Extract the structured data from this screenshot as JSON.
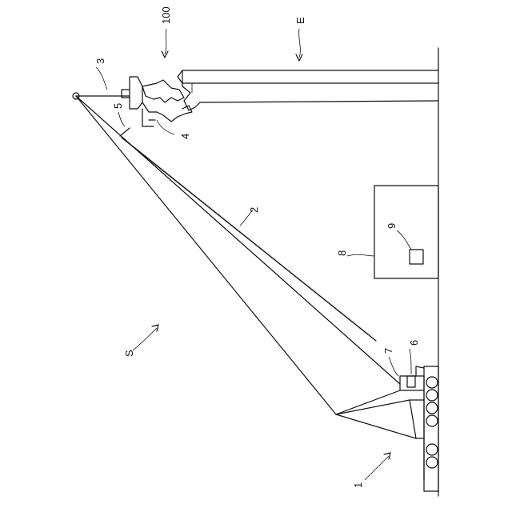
{
  "figure": {
    "labels": {
      "crane": "1",
      "boom": "2",
      "head": "3",
      "tool": "4",
      "sensor": "5",
      "cab_unit": "6",
      "cab": "7",
      "control_box": "8",
      "display": "9",
      "system": "100",
      "structure": "E",
      "space": "S"
    }
  }
}
